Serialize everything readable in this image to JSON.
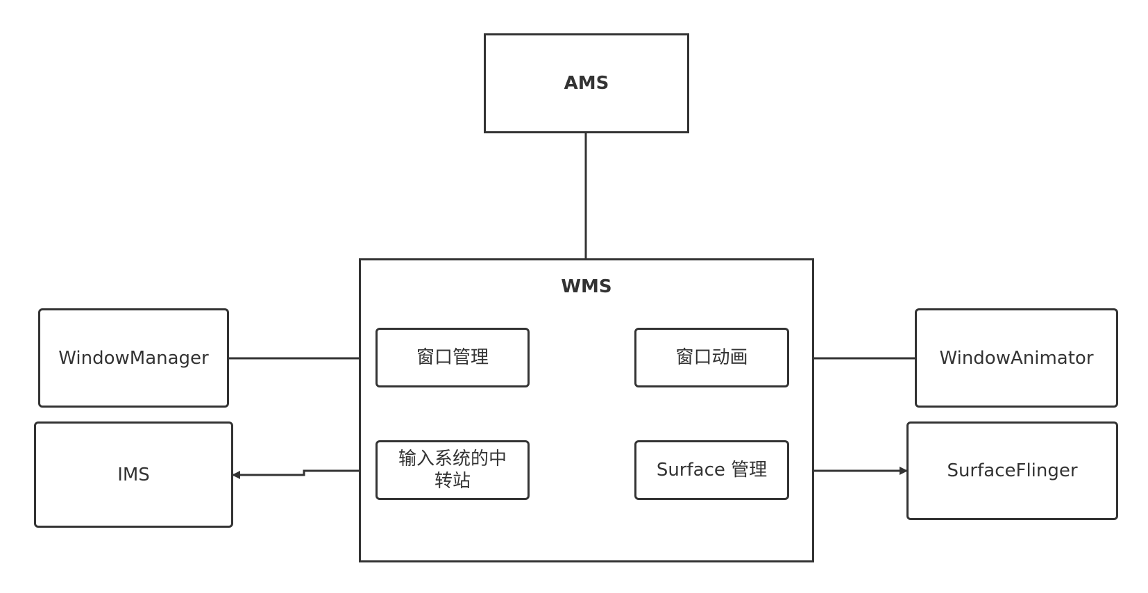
{
  "diagram": {
    "ams": "AMS",
    "wms": "WMS",
    "window_manager": "WindowManager",
    "ims": "IMS",
    "window_animator": "WindowAnimator",
    "surface_flinger": "SurfaceFlinger",
    "window_management": "窗口管理",
    "input_relay_line1": "输入系统的中",
    "input_relay_line2": "转站",
    "window_animation": "窗口动画",
    "surface_management": "Surface 管理"
  },
  "colors": {
    "stroke": "#333333",
    "background": "#ffffff"
  }
}
